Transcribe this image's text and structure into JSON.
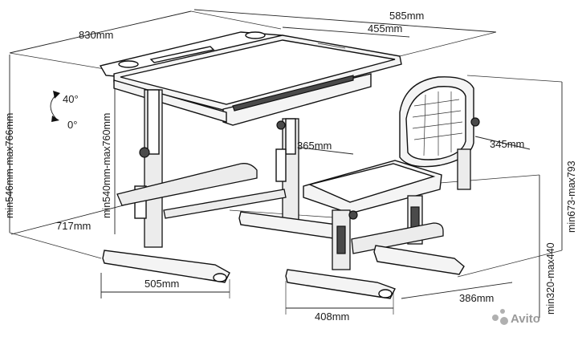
{
  "dimensions": {
    "desk_width": "830mm",
    "desk_depth": "585mm",
    "tabletop_depth": "455mm",
    "tilt_max": "40°",
    "tilt_min": "0°",
    "desk_height_range": "min546mm-max766mm",
    "desk_inner_height_range": "min540mm-max760mm",
    "knee_clearance": "365mm",
    "chair_back_width": "345mm",
    "base_depth": "717mm",
    "desk_foot_length": "505mm",
    "chair_foot_length": "408mm",
    "chair_foot_depth": "386mm",
    "seat_height_range": "min320-max440",
    "chair_height_range": "min673-max793"
  },
  "watermark": "Avito"
}
